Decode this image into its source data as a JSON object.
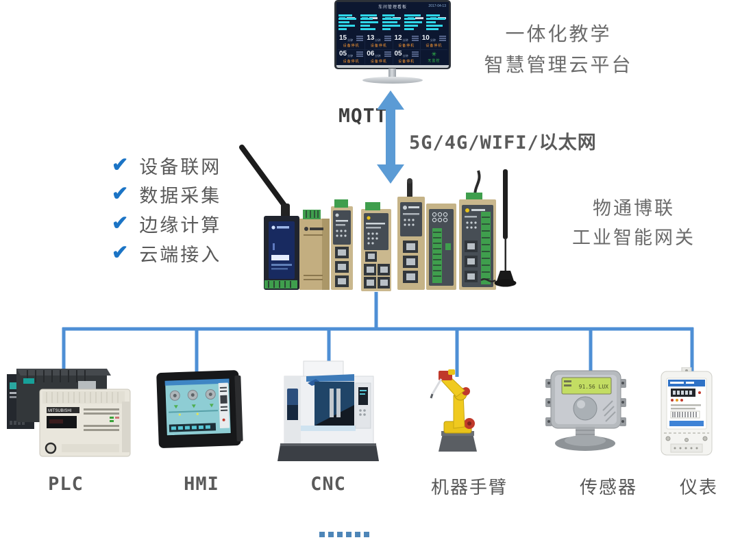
{
  "monitor": {
    "screen_title": "车间管理看板",
    "screen_date": "2017-04-13",
    "ok_icon_glyph": "✳",
    "tiles": [
      {
        "value": "15",
        "unit": "分钟",
        "status": "设备停机"
      },
      {
        "value": "13",
        "unit": "分钟",
        "status": "设备停机"
      },
      {
        "value": "12",
        "unit": "分钟",
        "status": "设备停机"
      },
      {
        "value": "10",
        "unit": "分钟",
        "status": "设备停机"
      },
      {
        "value": "05",
        "unit": "分钟",
        "status": "设备停机"
      },
      {
        "value": "06",
        "unit": "分钟",
        "status": "设备停机"
      },
      {
        "value": "05",
        "unit": "分钟",
        "status": "设备停机"
      },
      {
        "value": "",
        "unit": "",
        "status": "无监控"
      }
    ]
  },
  "cloud_platform": {
    "line1": "一体化教学",
    "line2": "智慧管理云平台"
  },
  "connection": {
    "protocol": "MQTT",
    "transport": "5G/4G/WIFI/以太网"
  },
  "features": {
    "check_glyph": "✔",
    "items": [
      {
        "label": "设备联网"
      },
      {
        "label": "数据采集"
      },
      {
        "label": "边缘计算"
      },
      {
        "label": "云端接入"
      }
    ]
  },
  "gateway": {
    "line1": "物通博联",
    "line2": "工业智能网关"
  },
  "devices": {
    "plc_brand": "MITSUBISHI",
    "sensor_display": "91.56 LUX",
    "items": [
      {
        "label": "PLC"
      },
      {
        "label": "HMI"
      },
      {
        "label": "CNC"
      },
      {
        "label": "机器手臂"
      },
      {
        "label": "传感器"
      },
      {
        "label": "仪表"
      }
    ]
  },
  "footer": {
    "more_indicator": "......"
  },
  "colors": {
    "arrow_blue": "#5b9bd5",
    "line_blue": "#4e8fd5",
    "check_blue": "#1b74c5",
    "badge_orange": "#ff9a31",
    "ok_green": "#35c24d",
    "terminal_green": "#3f9e4d"
  }
}
